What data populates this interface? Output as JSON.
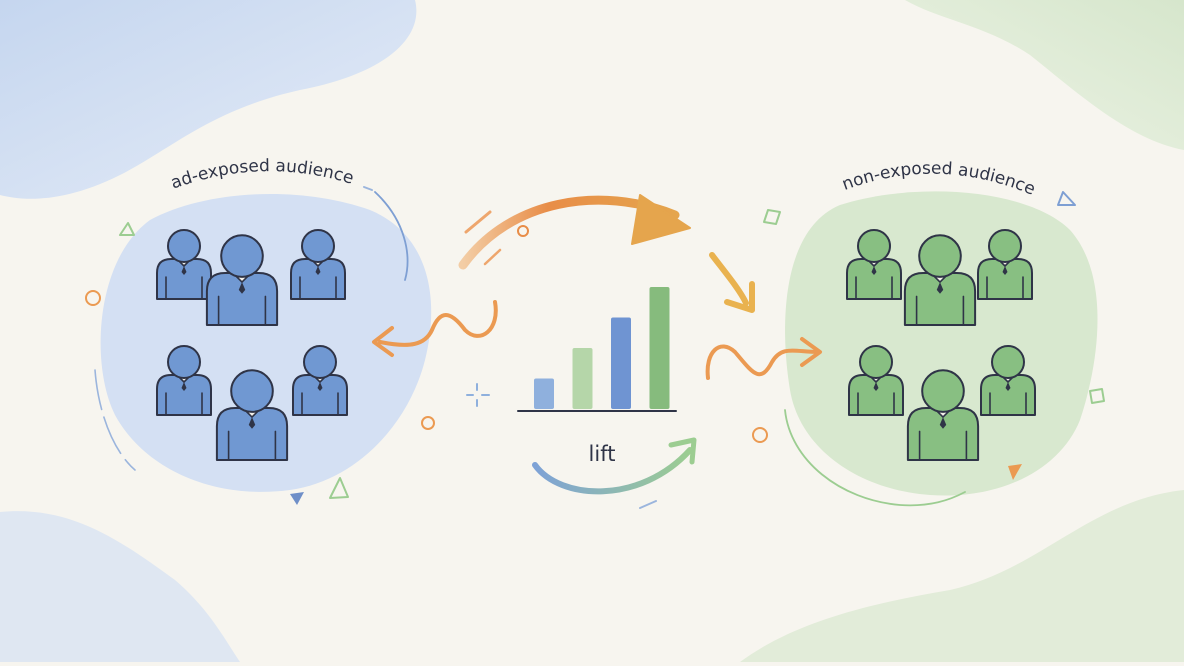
{
  "labels": {
    "exposed": "ad-exposed audience",
    "non_exposed": "non-exposed audience",
    "center": "lift"
  },
  "chart_data": {
    "type": "bar",
    "categories": [
      "",
      "",
      "",
      ""
    ],
    "values": [
      2,
      4,
      6,
      8
    ],
    "title": "",
    "xlabel": "",
    "ylabel": "",
    "colors": [
      "#8fb0dd",
      "#b5d6a9",
      "#6f94d2",
      "#86bb7d"
    ]
  },
  "colors": {
    "background": "#f7f5ef",
    "blue_group": "#d4e0f3",
    "green_group": "#d8e8cf",
    "blue_person": "#7098d2",
    "green_person": "#88bf82",
    "orange_accent": "#eb9a52",
    "line_dark": "#2f3447"
  },
  "icons": {
    "person": "person-icon",
    "arrow": "curved-arrow-icon"
  }
}
